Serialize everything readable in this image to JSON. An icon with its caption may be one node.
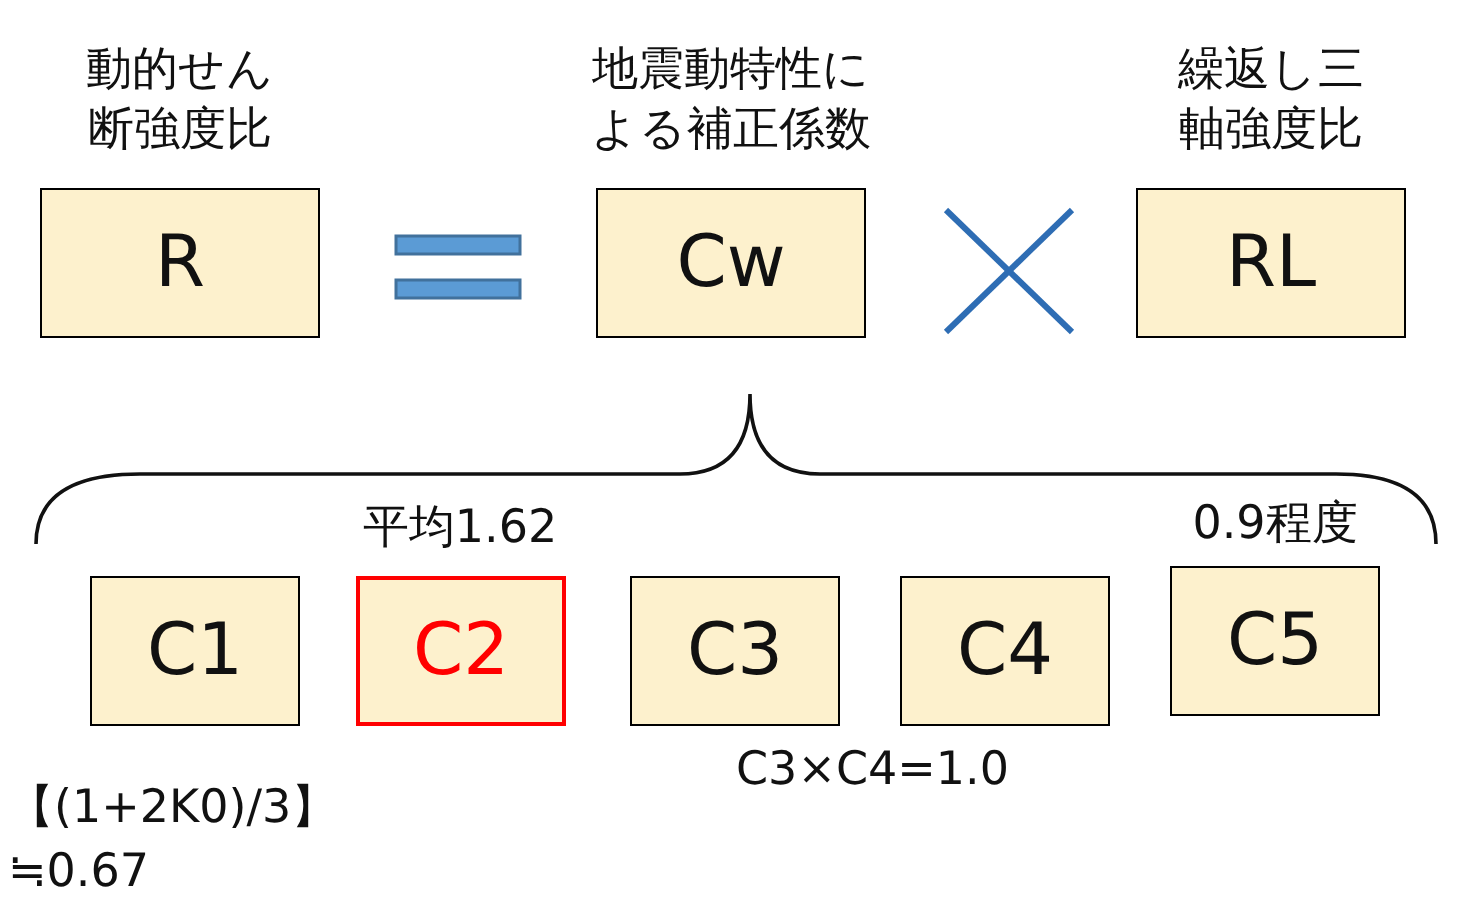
{
  "diagram": {
    "nodes": [
      {
        "text": [
          "動的せん断強度比",
          "R"
        ]
      },
      {
        "text": [
          "地震動特性による補正係数",
          "Cw"
        ]
      },
      {
        "text": [
          "繰返し三軸強度比",
          "RL"
        ]
      },
      {
        "text": [
          "C1"
        ],
        "beside": [
          "【(1+2K0)/3】 ≒0.67"
        ]
      },
      {
        "text": [
          "C2"
        ],
        "beside": [
          "平均1.62"
        ]
      },
      {
        "text": [
          "C3"
        ]
      },
      {
        "text": [
          "C4"
        ]
      },
      {
        "text": [
          "C5"
        ],
        "beside": [
          "0.9程度"
        ]
      }
    ],
    "labels": [
      "C3×C4=1.0"
    ]
  }
}
